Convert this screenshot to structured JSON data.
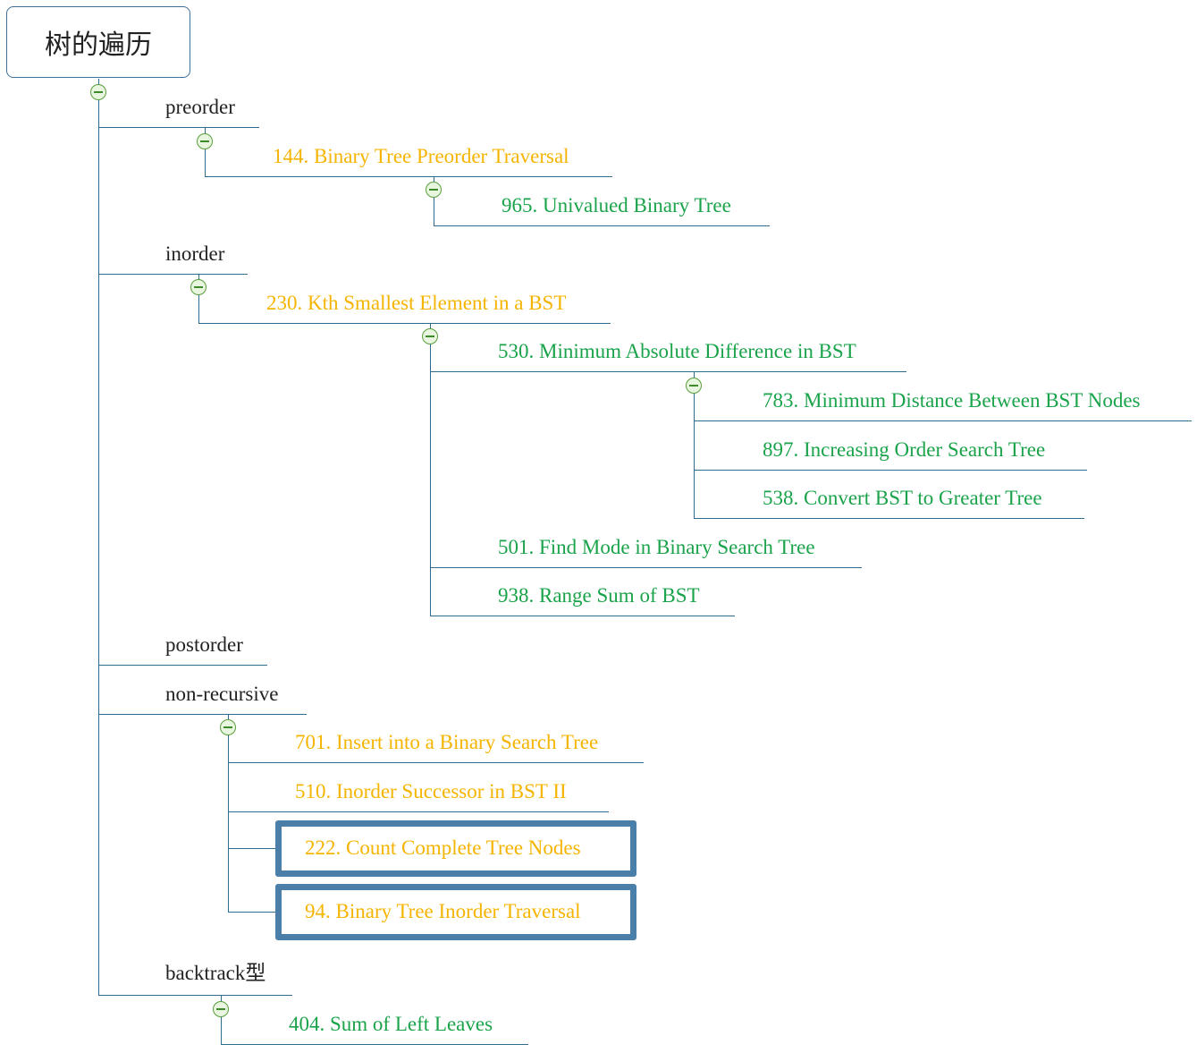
{
  "root": {
    "title": "树的遍历"
  },
  "colors": {
    "line": "#2f6b8f",
    "black": "#222222",
    "orange": "#f5b400",
    "green": "#1aa34a",
    "highlight_border": "#4a7fa9",
    "toggle_fill": "#e8f5df",
    "toggle_border": "#5aa03c"
  },
  "branches": {
    "preorder": {
      "label": "preorder",
      "children": {
        "p144": "144. Binary Tree Preorder Traversal",
        "p965": "965. Univalued Binary Tree"
      }
    },
    "inorder": {
      "label": "inorder",
      "children": {
        "p230": "230. Kth Smallest Element in a BST",
        "p530": "530. Minimum Absolute Difference in BST",
        "p783": "783. Minimum Distance Between BST Nodes",
        "p897": "897. Increasing Order Search Tree",
        "p538": "538. Convert BST to Greater Tree",
        "p501": "501. Find Mode in Binary Search Tree",
        "p938": "938. Range Sum of BST"
      }
    },
    "postorder": {
      "label": "postorder"
    },
    "nonrecursive": {
      "label": "non-recursive",
      "children": {
        "p701": "701. Insert into a Binary Search Tree",
        "p510": "510. Inorder Successor in BST II",
        "p222": "222. Count Complete Tree Nodes",
        "p94": "94. Binary Tree Inorder Traversal"
      }
    },
    "backtrack": {
      "label": "backtrack型",
      "children": {
        "p404": "404. Sum of Left Leaves"
      }
    }
  }
}
